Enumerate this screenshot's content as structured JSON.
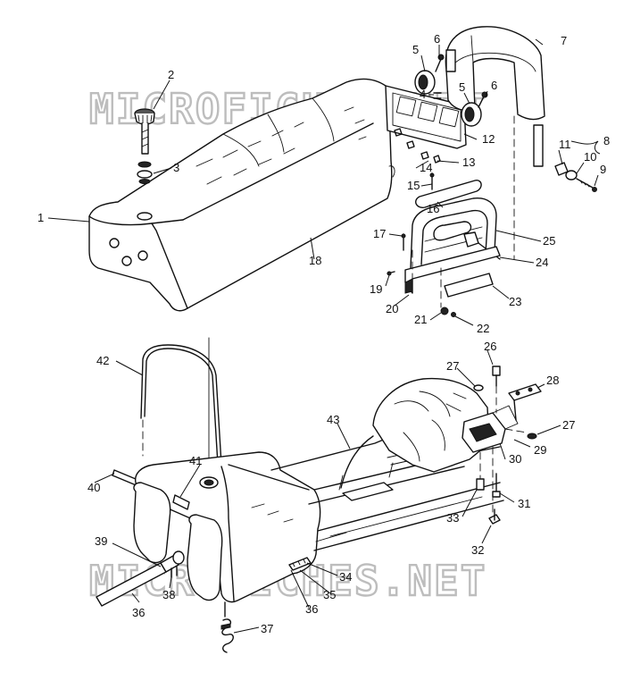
{
  "watermark": {
    "top_text": "MICROFICHES.NET",
    "bottom_text": "MICROFICHES.NET"
  },
  "callouts": [
    {
      "id": "1",
      "text": "1"
    },
    {
      "id": "2",
      "text": "2"
    },
    {
      "id": "3",
      "text": "3"
    },
    {
      "id": "4",
      "text": "4"
    },
    {
      "id": "5a",
      "text": "5"
    },
    {
      "id": "5b",
      "text": "5"
    },
    {
      "id": "6a",
      "text": "6"
    },
    {
      "id": "6b",
      "text": "6"
    },
    {
      "id": "7",
      "text": "7"
    },
    {
      "id": "8",
      "text": "8"
    },
    {
      "id": "9",
      "text": "9"
    },
    {
      "id": "10",
      "text": "10"
    },
    {
      "id": "11",
      "text": "11"
    },
    {
      "id": "12",
      "text": "12"
    },
    {
      "id": "13",
      "text": "13"
    },
    {
      "id": "14",
      "text": "14"
    },
    {
      "id": "15",
      "text": "15"
    },
    {
      "id": "16",
      "text": "16"
    },
    {
      "id": "17",
      "text": "17"
    },
    {
      "id": "18",
      "text": "18"
    },
    {
      "id": "19",
      "text": "19"
    },
    {
      "id": "20",
      "text": "20"
    },
    {
      "id": "21",
      "text": "21"
    },
    {
      "id": "22",
      "text": "22"
    },
    {
      "id": "23",
      "text": "23"
    },
    {
      "id": "24",
      "text": "24"
    },
    {
      "id": "25",
      "text": "25"
    },
    {
      "id": "26",
      "text": "26"
    },
    {
      "id": "27a",
      "text": "27"
    },
    {
      "id": "27b",
      "text": "27"
    },
    {
      "id": "28",
      "text": "28"
    },
    {
      "id": "29",
      "text": "29"
    },
    {
      "id": "30",
      "text": "30"
    },
    {
      "id": "31",
      "text": "31"
    },
    {
      "id": "32",
      "text": "32"
    },
    {
      "id": "33",
      "text": "33"
    },
    {
      "id": "34",
      "text": "34"
    },
    {
      "id": "35",
      "text": "35"
    },
    {
      "id": "36a",
      "text": "36"
    },
    {
      "id": "36b",
      "text": "36"
    },
    {
      "id": "37",
      "text": "37"
    },
    {
      "id": "38",
      "text": "38"
    },
    {
      "id": "39",
      "text": "39"
    },
    {
      "id": "40",
      "text": "40"
    },
    {
      "id": "41",
      "text": "41"
    },
    {
      "id": "42",
      "text": "42"
    },
    {
      "id": "43",
      "text": "43"
    }
  ]
}
